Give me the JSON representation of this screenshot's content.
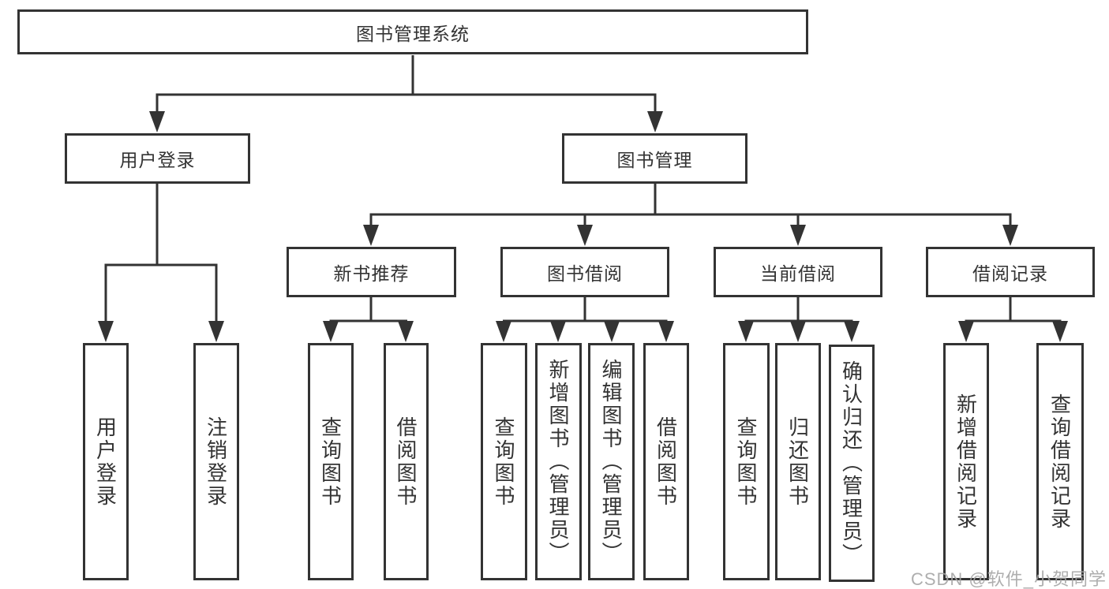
{
  "tree": {
    "label": "图书管理系统",
    "children": [
      {
        "label": "用户登录",
        "children": [
          {
            "label": "用户登录"
          },
          {
            "label": "注销登录"
          }
        ]
      },
      {
        "label": "图书管理",
        "children": [
          {
            "label": "新书推荐",
            "children": [
              {
                "label": "查询图书"
              },
              {
                "label": "借阅图书"
              }
            ]
          },
          {
            "label": "图书借阅",
            "children": [
              {
                "label": "查询图书"
              },
              {
                "label": "新增图书（管理员）"
              },
              {
                "label": "编辑图书（管理员）"
              },
              {
                "label": "借阅图书"
              }
            ]
          },
          {
            "label": "当前借阅",
            "children": [
              {
                "label": "查询图书"
              },
              {
                "label": "归还图书"
              },
              {
                "label": "确认归还（管理员）"
              }
            ]
          },
          {
            "label": "借阅记录",
            "children": [
              {
                "label": "新增借阅记录"
              },
              {
                "label": "查询借阅记录"
              }
            ]
          }
        ]
      }
    ]
  },
  "watermark": {
    "text": "CSDN @软件_小贺同学"
  },
  "colors": {
    "line": "#333333",
    "box_border": "#333333",
    "box_background": "#ffffff",
    "text": "#333333",
    "watermark": "#a5a5a5",
    "background": "#ffffff"
  }
}
